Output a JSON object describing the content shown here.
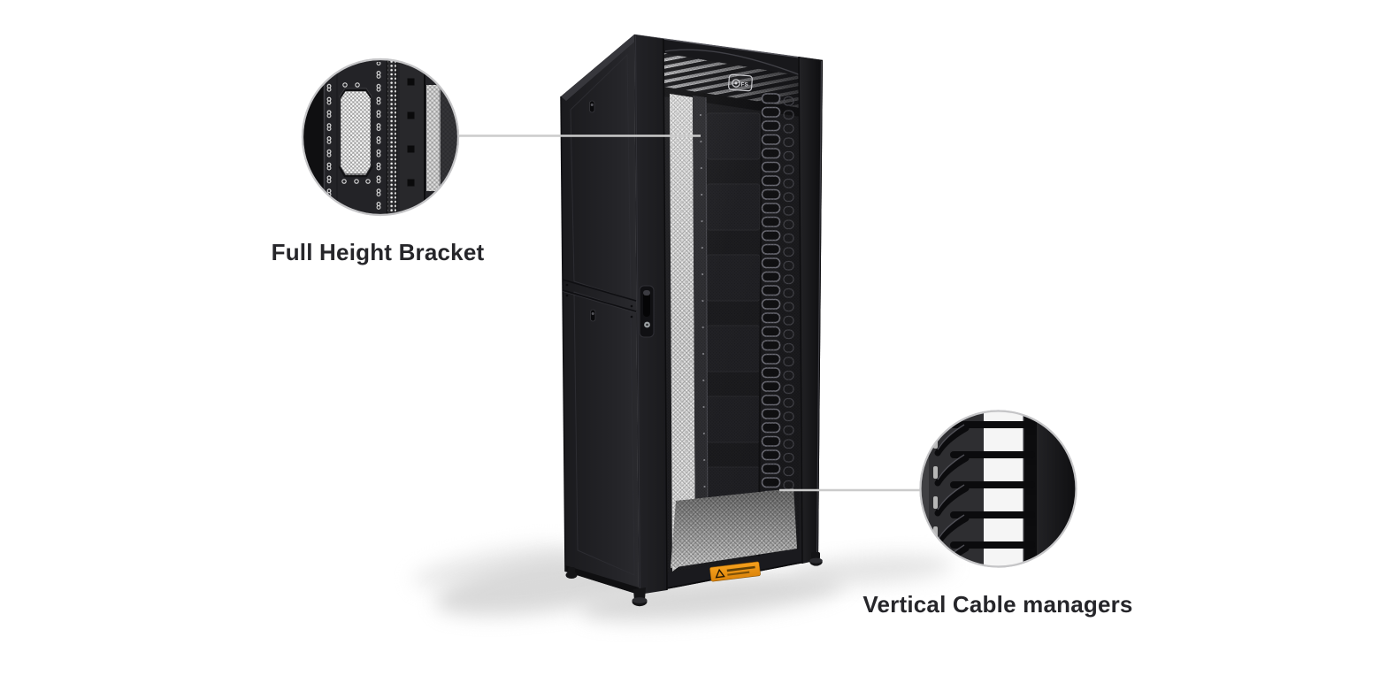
{
  "page": {
    "background_color": "#ffffff",
    "description_of_image": "Black network server rack cabinet shown at three-quarter angle with two magnifier callout circles"
  },
  "brand": {
    "logo_text": "FS"
  },
  "callouts": [
    {
      "id": "full-height-bracket",
      "label": "Full Height Bracket"
    },
    {
      "id": "vertical-cable-managers",
      "label": "Vertical Cable managers"
    }
  ],
  "colors": {
    "label_text": "#26262a",
    "leader_line": "#cbcbcb",
    "callout_circle_border": "#c5c5c7",
    "cabinet_black": "#1b1b1e",
    "bright_mesh": "#c4c4c4",
    "warning_label_orange": "#ef9414"
  }
}
